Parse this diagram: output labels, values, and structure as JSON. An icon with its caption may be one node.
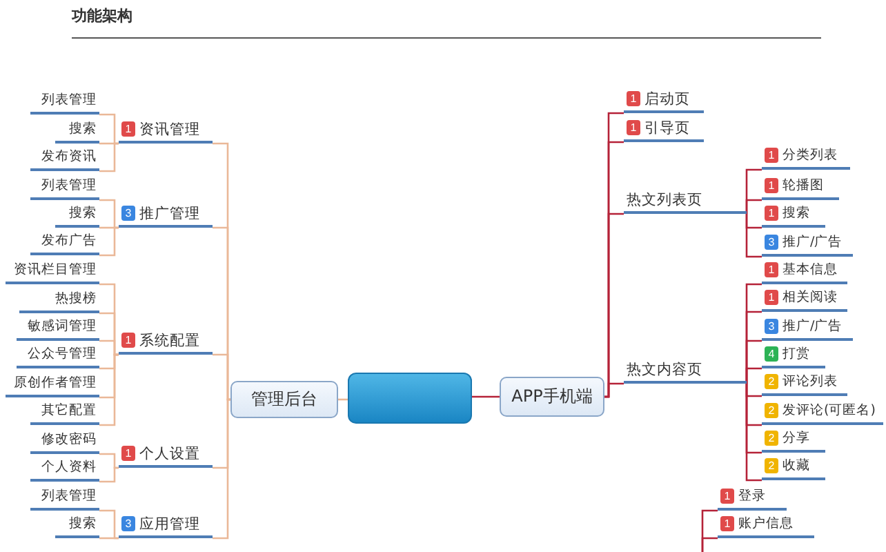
{
  "diagram": {
    "nodes": [
      {
        "text": [],
        "shape": "box"
      },
      {
        "text": [
          "管理后台"
        ]
      },
      {
        "text": [
          "APP手机端"
        ]
      },
      {
        "text": [
          "1",
          "资讯管理"
        ]
      },
      {
        "text": [
          "3",
          "推广管理"
        ]
      },
      {
        "text": [
          "1",
          "系统配置"
        ]
      },
      {
        "text": [
          "1",
          "个人设置"
        ]
      },
      {
        "text": [
          "3",
          "应用管理"
        ]
      },
      {
        "text": [
          "列表管理"
        ]
      },
      {
        "text": [
          "搜索"
        ]
      },
      {
        "text": [
          "发布资讯"
        ]
      },
      {
        "text": [
          "列表管理"
        ]
      },
      {
        "text": [
          "搜索"
        ]
      },
      {
        "text": [
          "发布广告"
        ]
      },
      {
        "text": [
          "资讯栏目管理"
        ]
      },
      {
        "text": [
          "热搜榜"
        ]
      },
      {
        "text": [
          "敏感词管理"
        ]
      },
      {
        "text": [
          "公众号管理"
        ]
      },
      {
        "text": [
          "原创作者管理"
        ]
      },
      {
        "text": [
          "其它配置"
        ]
      },
      {
        "text": [
          "修改密码"
        ]
      },
      {
        "text": [
          "个人资料"
        ]
      },
      {
        "text": [
          "列表管理"
        ]
      },
      {
        "text": [
          "搜索"
        ]
      },
      {
        "text": [
          "1",
          "启动页"
        ]
      },
      {
        "text": [
          "1",
          "引导页"
        ]
      },
      {
        "text": [
          "热文列表页"
        ]
      },
      {
        "text": [
          "热文内容页"
        ]
      },
      {
        "text": [
          "1",
          "分类列表"
        ]
      },
      {
        "text": [
          "1",
          "轮播图"
        ]
      },
      {
        "text": [
          "1",
          "搜索"
        ]
      },
      {
        "text": [
          "3",
          "推广/广告"
        ]
      },
      {
        "text": [
          "1",
          "基本信息"
        ]
      },
      {
        "text": [
          "1",
          "相关阅读"
        ]
      },
      {
        "text": [
          "3",
          "推广/广告"
        ]
      },
      {
        "text": [
          "4",
          "打赏"
        ]
      },
      {
        "text": [
          "2",
          "评论列表"
        ]
      },
      {
        "text": [
          "2",
          "发评论(可匿名)"
        ]
      },
      {
        "text": [
          "2",
          "分享"
        ]
      },
      {
        "text": [
          "2",
          "收藏"
        ]
      },
      {
        "text": [
          "1",
          "登录"
        ]
      },
      {
        "text": [
          "1",
          "账户信息"
        ]
      }
    ],
    "edges": [
      {
        "from": 0,
        "to": 1,
        "arrow": "none"
      },
      {
        "from": 0,
        "to": 2,
        "arrow": "none",
        "color": "#b52238"
      },
      {
        "from": 1,
        "to": 3,
        "arrow": "none"
      },
      {
        "from": 1,
        "to": 4,
        "arrow": "none"
      },
      {
        "from": 1,
        "to": 5,
        "arrow": "none"
      },
      {
        "from": 1,
        "to": 6,
        "arrow": "none"
      },
      {
        "from": 1,
        "to": 7,
        "arrow": "none"
      },
      {
        "from": 3,
        "to": 8,
        "arrow": "none"
      },
      {
        "from": 3,
        "to": 9,
        "arrow": "none"
      },
      {
        "from": 3,
        "to": 10,
        "arrow": "none"
      },
      {
        "from": 4,
        "to": 11,
        "arrow": "none"
      },
      {
        "from": 4,
        "to": 12,
        "arrow": "none"
      },
      {
        "from": 4,
        "to": 13,
        "arrow": "none"
      },
      {
        "from": 5,
        "to": 14,
        "arrow": "none"
      },
      {
        "from": 5,
        "to": 15,
        "arrow": "none"
      },
      {
        "from": 5,
        "to": 16,
        "arrow": "none"
      },
      {
        "from": 5,
        "to": 17,
        "arrow": "none"
      },
      {
        "from": 5,
        "to": 18,
        "arrow": "none"
      },
      {
        "from": 5,
        "to": 19,
        "arrow": "none"
      },
      {
        "from": 6,
        "to": 20,
        "arrow": "none"
      },
      {
        "from": 6,
        "to": 21,
        "arrow": "none"
      },
      {
        "from": 7,
        "to": 22,
        "arrow": "none"
      },
      {
        "from": 7,
        "to": 23,
        "arrow": "none"
      },
      {
        "from": 2,
        "to": 24,
        "arrow": "none",
        "color": "#b52238"
      },
      {
        "from": 2,
        "to": 25,
        "arrow": "none",
        "color": "#b52238"
      },
      {
        "from": 2,
        "to": 26,
        "arrow": "none",
        "color": "#b52238"
      },
      {
        "from": 2,
        "to": 27,
        "arrow": "none",
        "color": "#b52238"
      },
      {
        "from": 26,
        "to": 28,
        "arrow": "none",
        "color": "#b52238"
      },
      {
        "from": 26,
        "to": 29,
        "arrow": "none",
        "color": "#b52238"
      },
      {
        "from": 26,
        "to": 30,
        "arrow": "none",
        "color": "#b52238"
      },
      {
        "from": 26,
        "to": 31,
        "arrow": "none",
        "color": "#b52238"
      },
      {
        "from": 27,
        "to": 32,
        "arrow": "none",
        "color": "#b52238"
      },
      {
        "from": 27,
        "to": 33,
        "arrow": "none",
        "color": "#b52238"
      },
      {
        "from": 27,
        "to": 34,
        "arrow": "none",
        "color": "#b52238"
      },
      {
        "from": 27,
        "to": 35,
        "arrow": "none",
        "color": "#b52238"
      },
      {
        "from": 27,
        "to": 36,
        "arrow": "none",
        "color": "#b52238"
      },
      {
        "from": 27,
        "to": 37,
        "arrow": "none",
        "color": "#b52238"
      },
      {
        "from": 27,
        "to": 38,
        "arrow": "none",
        "color": "#b52238"
      },
      {
        "from": 27,
        "to": 39,
        "arrow": "none",
        "color": "#b52238"
      },
      {
        "from": null,
        "to": 40,
        "arrow": "none",
        "color": "#b52238"
      },
      {
        "from": null,
        "to": 41,
        "arrow": "none",
        "color": "#b52238"
      }
    ],
    "labels": [
      "功能架构"
    ]
  }
}
